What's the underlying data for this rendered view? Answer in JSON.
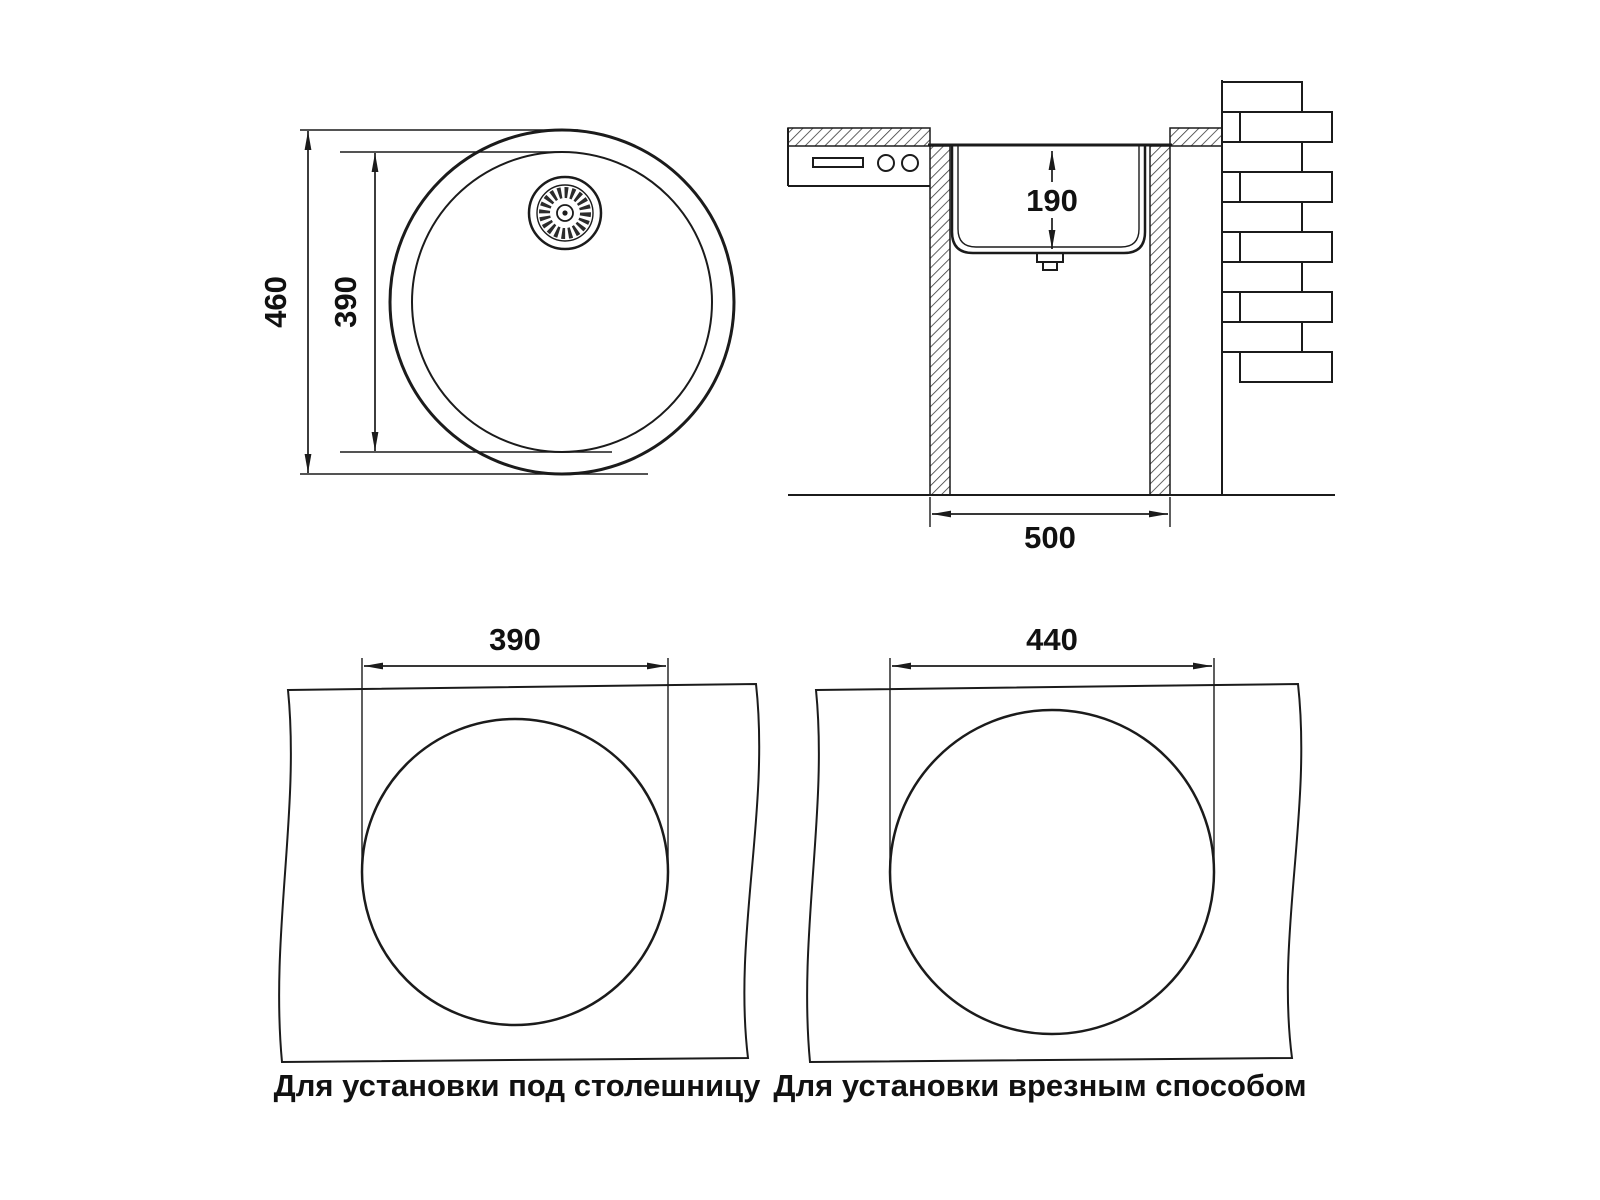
{
  "drawing": {
    "top_view": {
      "outer_diameter": "460",
      "inner_diameter": "390"
    },
    "section_view": {
      "bowl_depth": "190",
      "cabinet_width": "500"
    },
    "cutouts": {
      "undermount": {
        "diameter": "390",
        "caption": "Для установки под столешницу"
      },
      "inset": {
        "diameter": "440",
        "caption": "Для установки врезным способом"
      }
    },
    "colors": {
      "line": "#1b1b1b",
      "background": "#ffffff"
    }
  }
}
